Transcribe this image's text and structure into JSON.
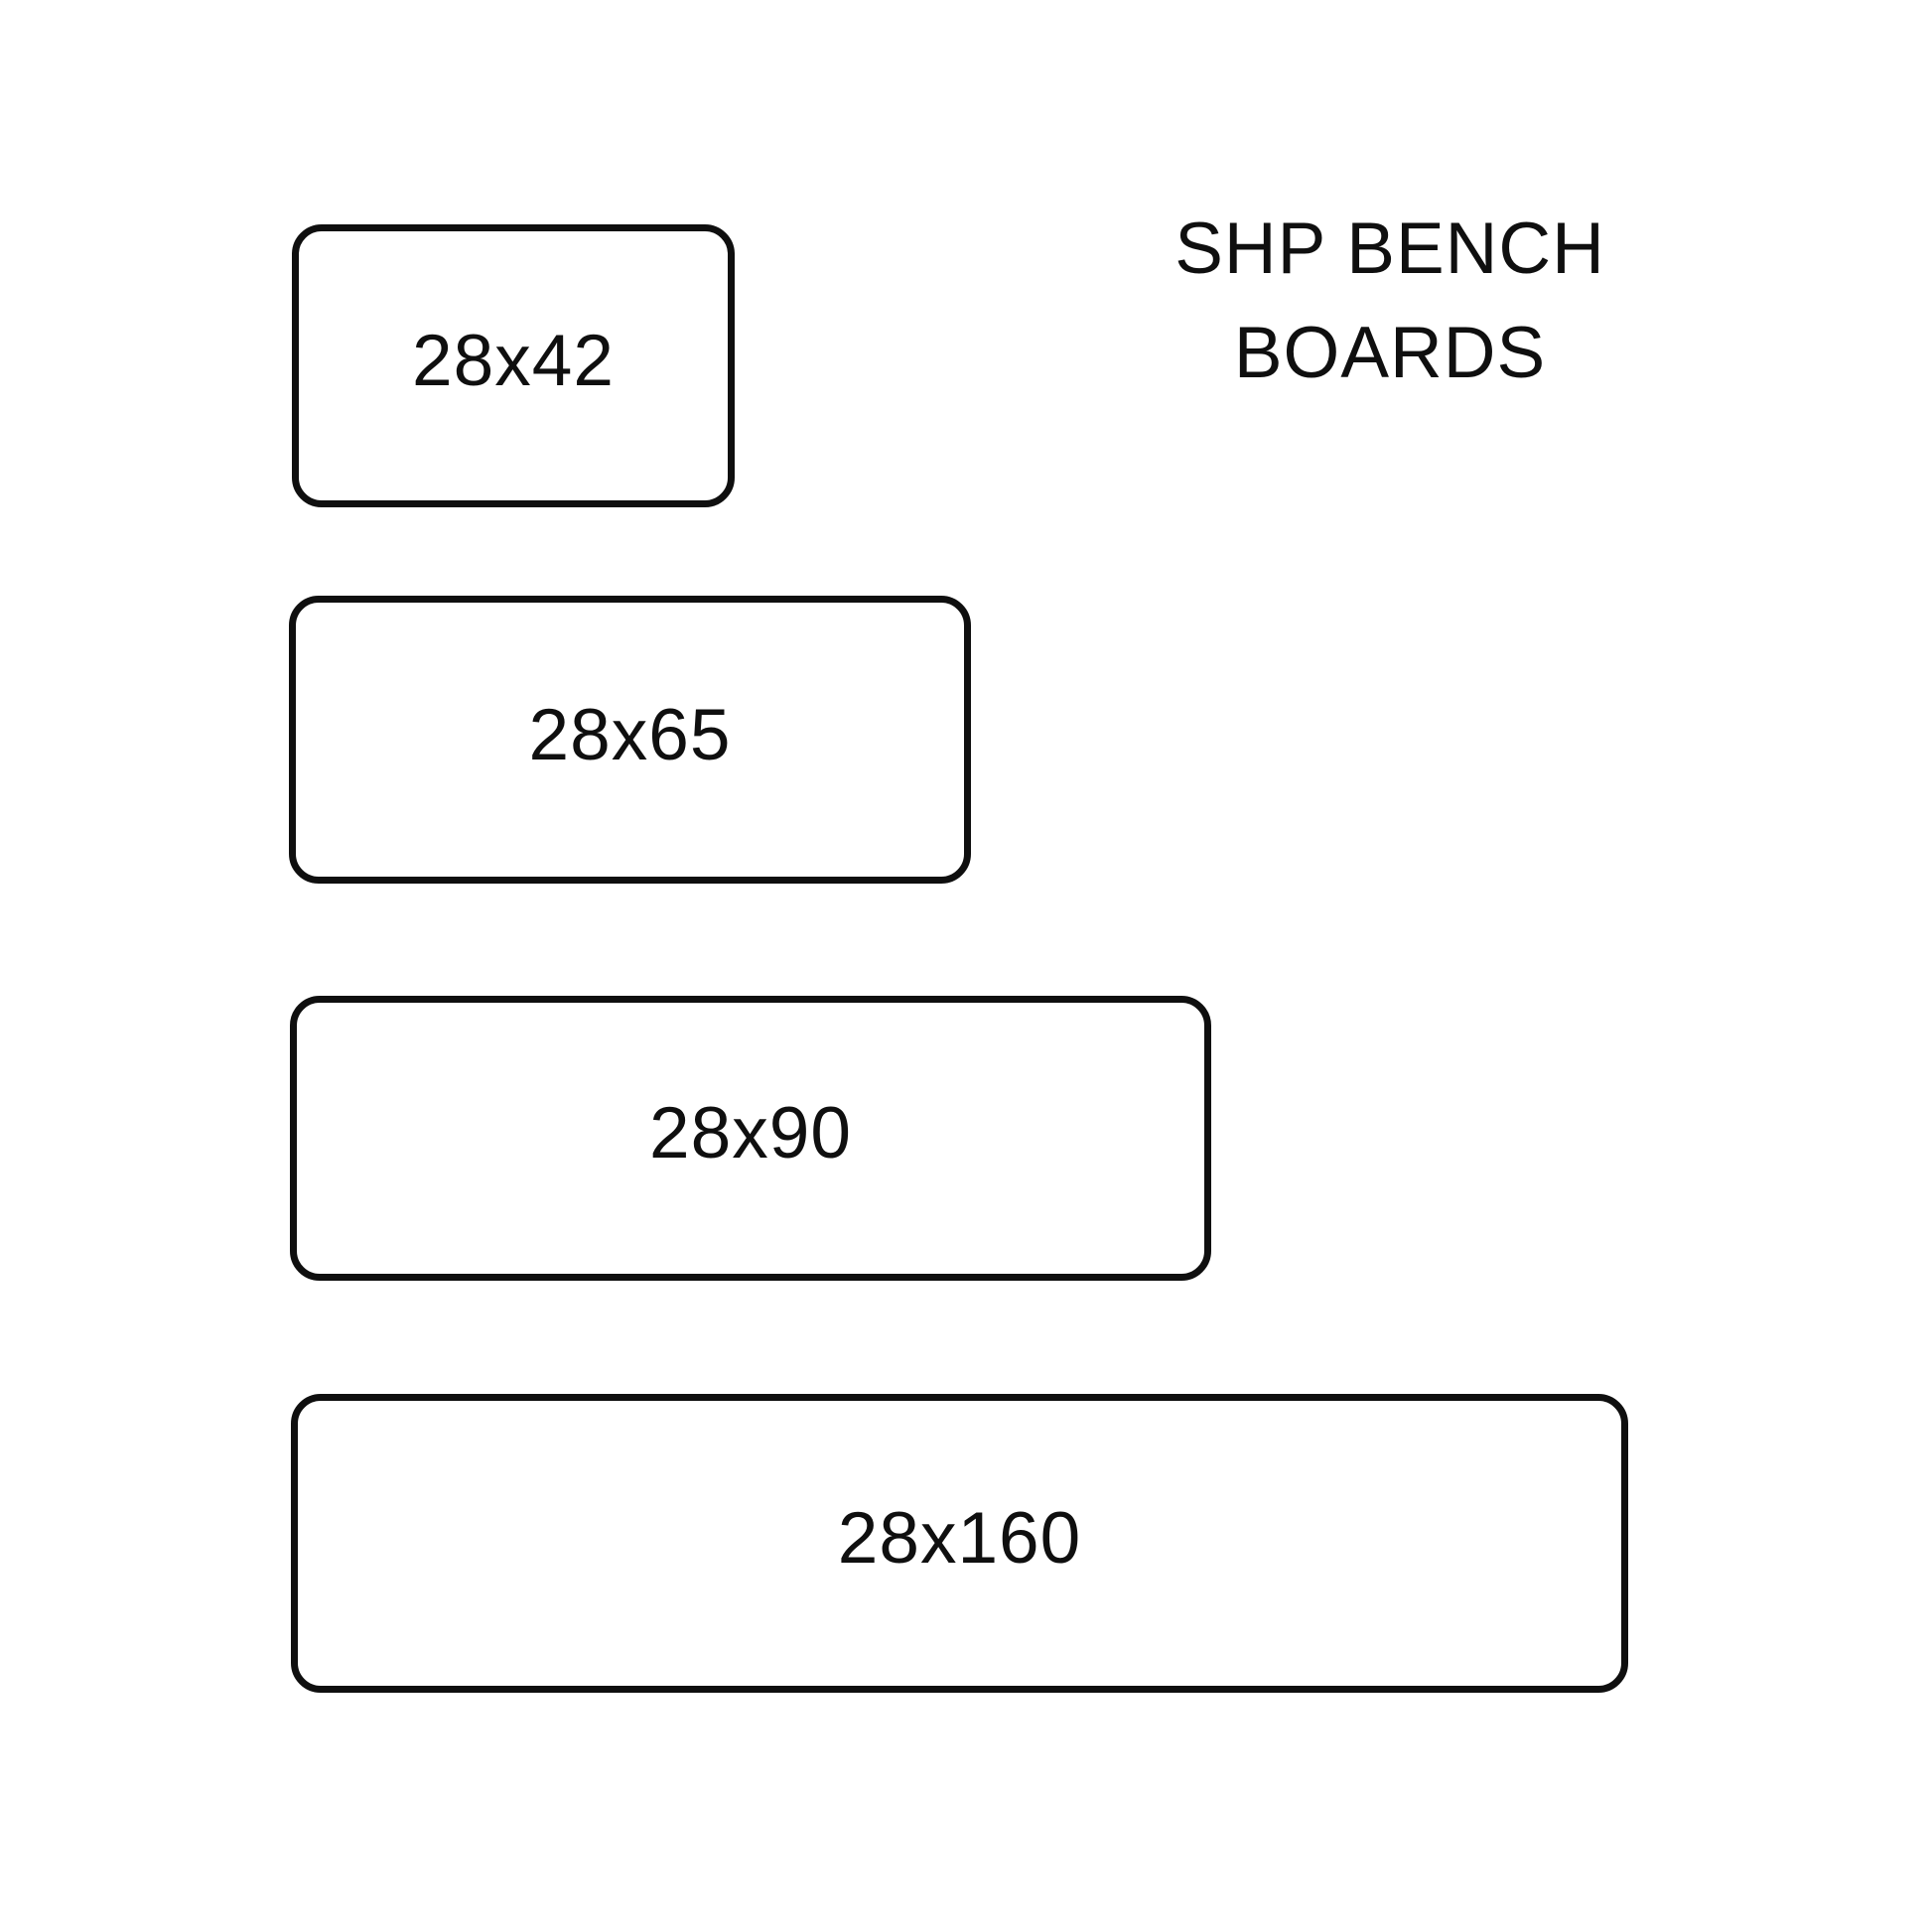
{
  "title": {
    "line1": "SHP BENCH",
    "line2": "BOARDS"
  },
  "boards": [
    {
      "label": "28x42"
    },
    {
      "label": "28x65"
    },
    {
      "label": "28x90"
    },
    {
      "label": "28x160"
    }
  ],
  "colors": {
    "background": "#ffffff",
    "line": "#0f0f0f",
    "text": "#0f0f0f"
  }
}
